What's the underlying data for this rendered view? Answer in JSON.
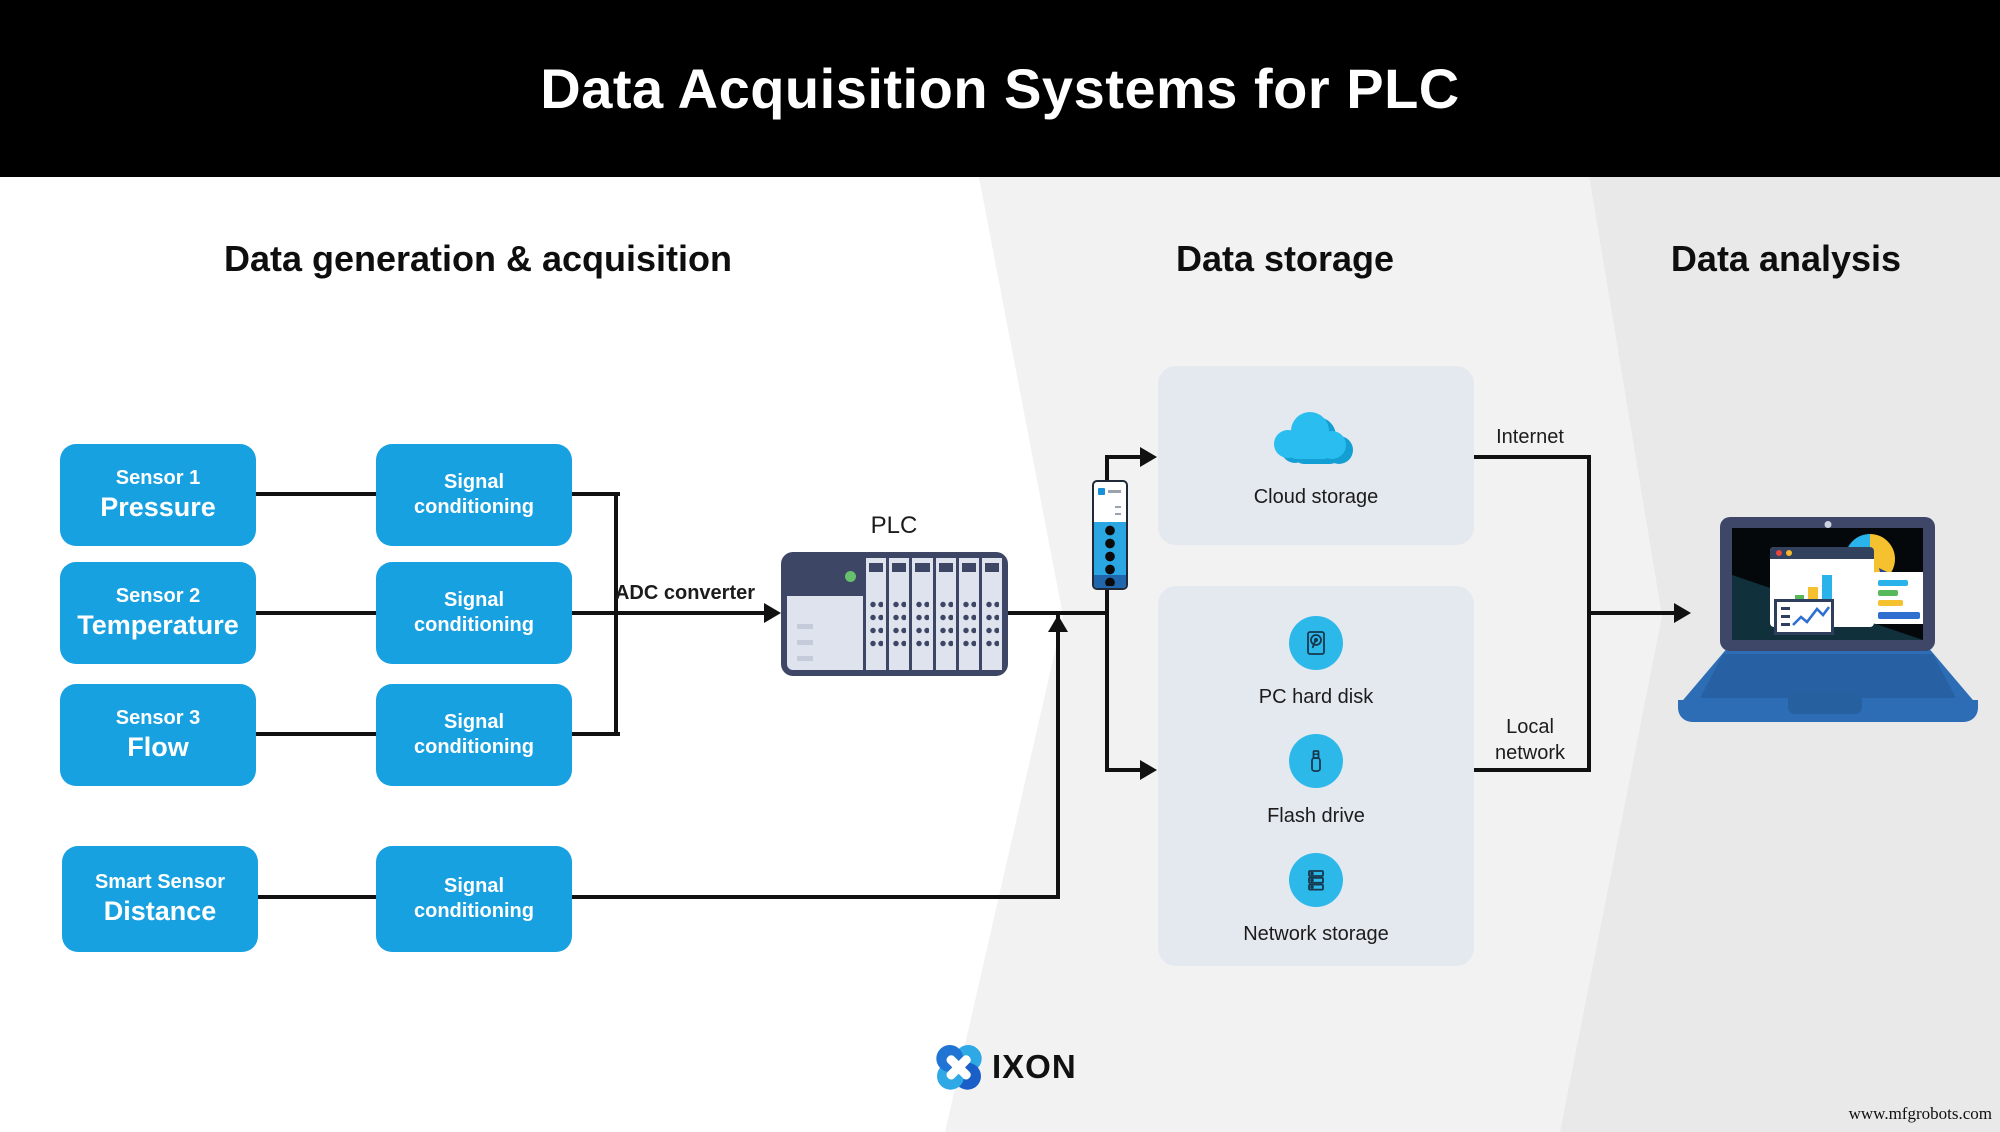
{
  "header": {
    "title": "Data Acquisition Systems for PLC"
  },
  "sections": [
    {
      "label": "Data generation & acquisition"
    },
    {
      "label": "Data storage"
    },
    {
      "label": "Data analysis"
    }
  ],
  "sensors": [
    {
      "line1": "Sensor 1",
      "line2": "Pressure"
    },
    {
      "line1": "Sensor 2",
      "line2": "Temperature"
    },
    {
      "line1": "Sensor 3",
      "line2": "Flow"
    },
    {
      "line1": "Smart Sensor",
      "line2": "Distance"
    }
  ],
  "signal_box": {
    "line1": "Signal",
    "line2": "conditioning"
  },
  "labels": {
    "adc": "ADC converter",
    "plc": "PLC",
    "internet": "Internet",
    "local_network": "Local network"
  },
  "storage": {
    "cloud_label": "Cloud storage",
    "cloud_icon": "cloud-icon",
    "items": [
      {
        "label": "PC hard disk",
        "icon": "hard-disk-icon"
      },
      {
        "label": "Flash drive",
        "icon": "usb-flash-drive-icon"
      },
      {
        "label": "Network storage",
        "icon": "network-storage-icon"
      }
    ]
  },
  "footer": {
    "brand": "IXON",
    "url": "www.mfgrobots.com"
  },
  "colors": {
    "accent_blue": "#18a1e1",
    "icon_cyan": "#2cb9e9",
    "panel_fill": "#e4e8ef",
    "band_middle": "#f2f2f3",
    "band_right": "#e9e9ea",
    "line_black": "#111111",
    "plc_navy": "#3d4765",
    "laptop_blue": "#2d6db6",
    "header_bg": "#000000"
  }
}
